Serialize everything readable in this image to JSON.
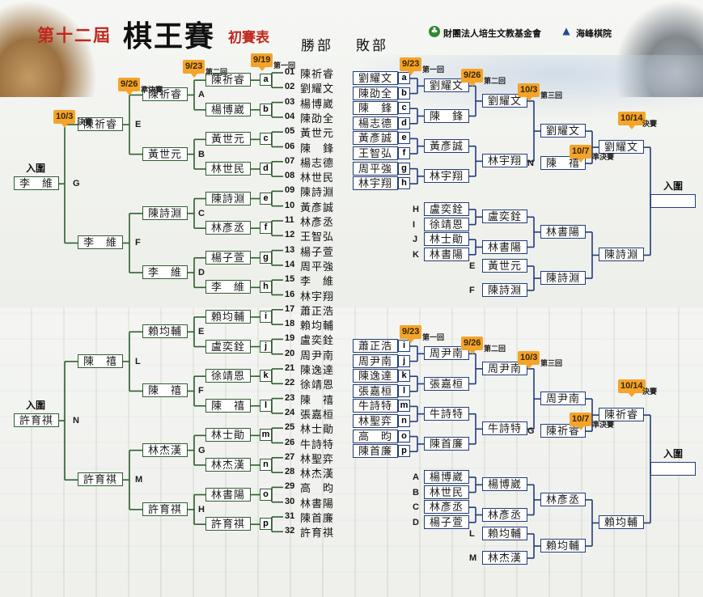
{
  "header": {
    "title_prefix": "第十二屆",
    "title_main": "棋王賽",
    "title_suffix": "初賽表",
    "winners_label": "勝部",
    "losers_label": "敗部",
    "org1": "財團法人培生文教基金會",
    "org2": "海峰棋院",
    "org1_icon": "clover-icon",
    "org2_icon": "mountain-logo-icon"
  },
  "dates": {
    "d0919": "9/19",
    "d0923": "9/23",
    "d0926": "9/26",
    "d1003": "10/3",
    "d1007": "10/7",
    "d1014": "10/14"
  },
  "rounds": {
    "r1": "第一回",
    "r2": "第二回",
    "r3": "第三回",
    "semi": "準決賽",
    "final": "決賽",
    "enter": "入圍"
  },
  "players": [
    {
      "no": "01",
      "name": "陳祈睿"
    },
    {
      "no": "02",
      "name": "劉耀文"
    },
    {
      "no": "03",
      "name": "楊博崴"
    },
    {
      "no": "04",
      "name": "陳劭全"
    },
    {
      "no": "05",
      "name": "黃世元"
    },
    {
      "no": "06",
      "name": "陳　鋒"
    },
    {
      "no": "07",
      "name": "楊志德"
    },
    {
      "no": "08",
      "name": "林世民"
    },
    {
      "no": "09",
      "name": "陳詩淵"
    },
    {
      "no": "10",
      "name": "黃彥誠"
    },
    {
      "no": "11",
      "name": "林彥丞"
    },
    {
      "no": "12",
      "name": "王智弘"
    },
    {
      "no": "13",
      "name": "楊子萱"
    },
    {
      "no": "14",
      "name": "周平強"
    },
    {
      "no": "15",
      "name": "李　維"
    },
    {
      "no": "16",
      "name": "林宇翔"
    },
    {
      "no": "17",
      "name": "蕭正浩"
    },
    {
      "no": "18",
      "name": "賴均輔"
    },
    {
      "no": "19",
      "name": "盧奕銓"
    },
    {
      "no": "20",
      "name": "周尹南"
    },
    {
      "no": "21",
      "name": "陳逸達"
    },
    {
      "no": "22",
      "name": "徐靖恩"
    },
    {
      "no": "23",
      "name": "陳　禧"
    },
    {
      "no": "24",
      "name": "張嘉桓"
    },
    {
      "no": "25",
      "name": "林士勛"
    },
    {
      "no": "26",
      "name": "牛詩特"
    },
    {
      "no": "27",
      "name": "林聖弈"
    },
    {
      "no": "28",
      "name": "林杰漢"
    },
    {
      "no": "29",
      "name": "高　昀"
    },
    {
      "no": "30",
      "name": "林書陽"
    },
    {
      "no": "31",
      "name": "陳首廉"
    },
    {
      "no": "32",
      "name": "許育祺"
    }
  ],
  "match_letters": [
    "a",
    "b",
    "c",
    "d",
    "e",
    "f",
    "g",
    "h",
    "i",
    "j",
    "k",
    "l",
    "m",
    "n",
    "o",
    "p"
  ],
  "group_letters": [
    "A",
    "B",
    "C",
    "D",
    "E",
    "F",
    "G",
    "H",
    "I",
    "J",
    "K",
    "L",
    "M",
    "N"
  ],
  "winners": {
    "r1": [
      "陳祈睿",
      "楊博崴",
      "黃世元",
      "林世民",
      "陳詩淵",
      "林彥丞",
      "楊子萱",
      "李　維",
      "賴均輔",
      "盧奕銓",
      "徐靖恩",
      "陳　禧",
      "林士勛",
      "林杰漢",
      "林書陽",
      "許育祺"
    ],
    "r2": [
      "陳祈睿",
      "黃世元",
      "陳詩淵",
      "李　維",
      "賴均輔",
      "陳　禧",
      "林杰漢",
      "許育祺"
    ],
    "r3": [
      "陳祈睿",
      "李　維",
      "陳　禧",
      "許育祺"
    ],
    "final": [
      "李　維",
      "許育祺"
    ]
  },
  "losers_top": {
    "r1": [
      "劉耀文",
      "陳劭全",
      "陳　鋒",
      "楊志德",
      "黃彥誠",
      "王智弘",
      "周平強",
      "林宇翔"
    ],
    "r1_left": [
      "盧奕銓",
      "徐靖恩",
      "林士勛",
      "林書陽"
    ],
    "r1_left_letters": [
      "H",
      "I",
      "J",
      "K"
    ],
    "r2": [
      "劉耀文",
      "陳　鋒",
      "黃彥誠",
      "林宇翔",
      "盧奕銓",
      "林書陽"
    ],
    "r3": [
      "劉耀文",
      "林宇翔",
      "林書陽"
    ],
    "r3_left": [
      "黃世元",
      "陳詩淵"
    ],
    "r3_left_letters": [
      "E",
      "F"
    ],
    "r3_out": [
      "陳詩淵"
    ],
    "semi": [
      "劉耀文",
      "陳　禧",
      "陳詩淵"
    ],
    "semi_letter": "N",
    "final": [
      "劉耀文"
    ]
  },
  "losers_bottom": {
    "r1": [
      "蕭正浩",
      "周尹南",
      "陳逸達",
      "張嘉桓",
      "牛詩特",
      "林聖弈",
      "高　昀",
      "陳首廉"
    ],
    "r1_left": [
      "楊博崴",
      "林世民",
      "林彥丞",
      "楊子萱"
    ],
    "r1_left_letters": [
      "A",
      "B",
      "C",
      "D"
    ],
    "r2": [
      "周尹南",
      "張嘉桓",
      "牛詩特",
      "陳首廉",
      "楊博崴",
      "林彥丞"
    ],
    "r3": [
      "周尹南",
      "牛詩特",
      "林彥丞"
    ],
    "r3_left": [
      "賴均輔",
      "林杰漢"
    ],
    "r3_left_letters": [
      "L",
      "M"
    ],
    "r3_out": [
      "賴均輔"
    ],
    "semi": [
      "周尹南",
      "陳祈睿",
      "賴均輔"
    ],
    "semi_letter": "G",
    "final": [
      "陳祈睿"
    ]
  }
}
